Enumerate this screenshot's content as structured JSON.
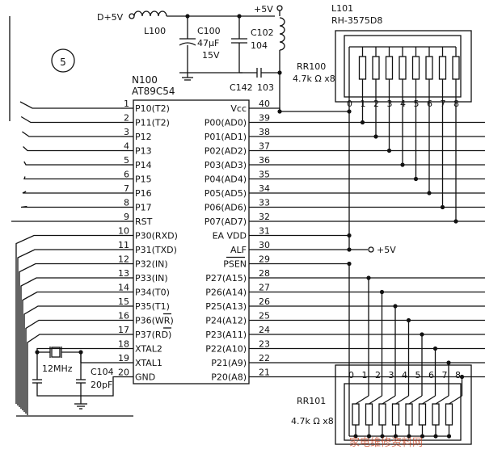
{
  "sheet_number": "5",
  "power": {
    "d5v": "D+5V",
    "plus5v": "+5V"
  },
  "chip": {
    "ref": "N100",
    "part": "AT89C54"
  },
  "inductors": {
    "l100": "L100",
    "l101": "L101"
  },
  "caps": {
    "c100_ref": "C100",
    "c100_val": "47μF",
    "c100_volt": "15V",
    "c102_ref": "C102",
    "c102_val": "104",
    "c142_ref": "C142",
    "c142_val": "103",
    "c104_ref": "C104",
    "c104_val": "20pF"
  },
  "crystal": "12MHz",
  "resnets": {
    "rr100_ref": "RR100",
    "rr100_val": "4.7k Ω x8",
    "rr101_ref": "RR101",
    "rr101_val": "4.7k Ω x8",
    "l101_part": "RH-3575D8"
  },
  "rr_pins": [
    "0",
    "1",
    "2",
    "3",
    "4",
    "5",
    "6",
    "7",
    "8"
  ],
  "left_pins": [
    {
      "num": "1",
      "name": "P10(T2)"
    },
    {
      "num": "2",
      "name": "P11(T2)"
    },
    {
      "num": "3",
      "name": "P12"
    },
    {
      "num": "4",
      "name": "P13"
    },
    {
      "num": "5",
      "name": "P14"
    },
    {
      "num": "6",
      "name": "P15"
    },
    {
      "num": "7",
      "name": "P16"
    },
    {
      "num": "8",
      "name": "P17"
    },
    {
      "num": "9",
      "name": "RST"
    },
    {
      "num": "10",
      "name": "P30(RXD)"
    },
    {
      "num": "11",
      "name": "P31(TXD)"
    },
    {
      "num": "12",
      "name": "P32(IN)"
    },
    {
      "num": "13",
      "name": "P33(IN)"
    },
    {
      "num": "14",
      "name": "P34(T0)"
    },
    {
      "num": "15",
      "name": "P35(T1)"
    },
    {
      "num": "16",
      "name": "P36(WR)"
    },
    {
      "num": "17",
      "name": "P37(RD)"
    },
    {
      "num": "18",
      "name": "XTAL2"
    },
    {
      "num": "19",
      "name": "XTAL1"
    },
    {
      "num": "20",
      "name": "GND"
    }
  ],
  "right_pins": [
    {
      "num": "40",
      "name": "Vcc"
    },
    {
      "num": "39",
      "name": "P00(AD0)"
    },
    {
      "num": "38",
      "name": "P01(AD1)"
    },
    {
      "num": "37",
      "name": "P02(AD2)"
    },
    {
      "num": "36",
      "name": "P03(AD3)"
    },
    {
      "num": "35",
      "name": "P04(AD4)"
    },
    {
      "num": "34",
      "name": "P05(AD5)"
    },
    {
      "num": "33",
      "name": "P06(AD6)"
    },
    {
      "num": "32",
      "name": "P07(AD7)"
    },
    {
      "num": "31",
      "name": "EA  VDD"
    },
    {
      "num": "30",
      "name": "ALF"
    },
    {
      "num": "29",
      "name": "PSEN"
    },
    {
      "num": "28",
      "name": "P27(A15)"
    },
    {
      "num": "27",
      "name": "P26(A14)"
    },
    {
      "num": "26",
      "name": "P25(A13)"
    },
    {
      "num": "25",
      "name": "P24(A12)"
    },
    {
      "num": "24",
      "name": "P23(A11)"
    },
    {
      "num": "23",
      "name": "P22(A10)"
    },
    {
      "num": "22",
      "name": "P21(A9)"
    },
    {
      "num": "21",
      "name": "P20(A8)"
    }
  ],
  "watermark": "家电维修资料网"
}
